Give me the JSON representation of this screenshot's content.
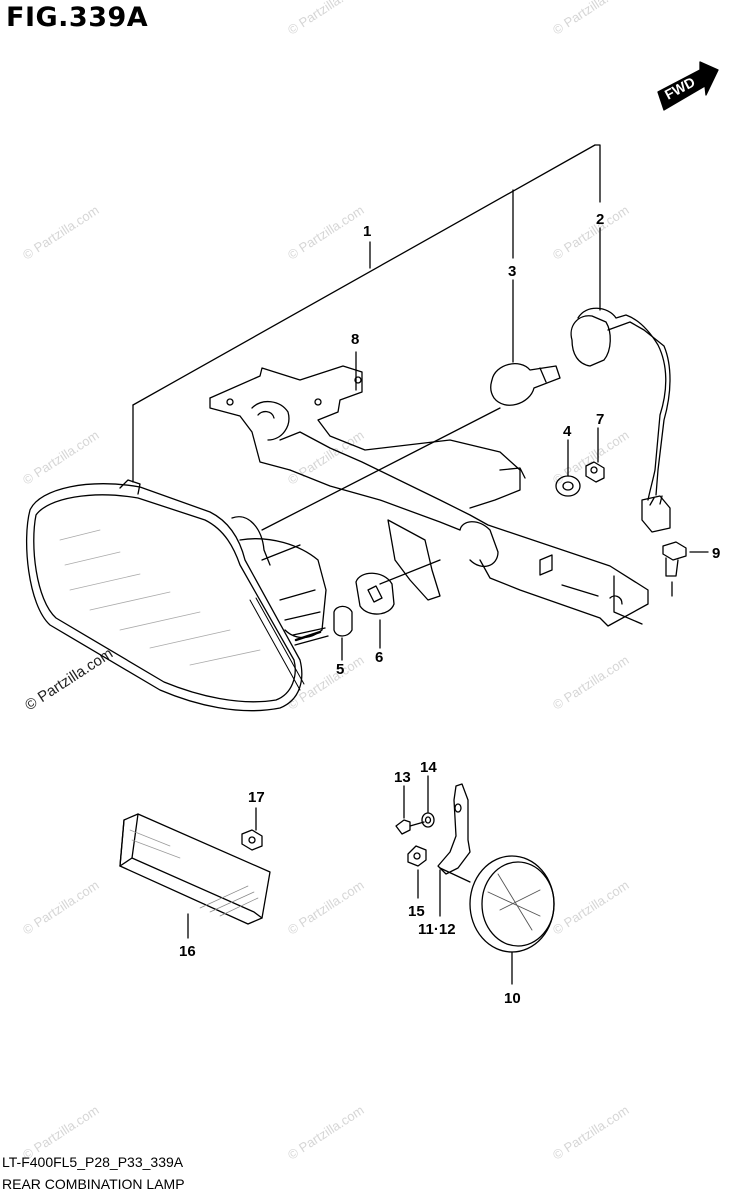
{
  "figure": {
    "title": "FIG.339A",
    "code": "LT-F400FL5_P28_P33_339A",
    "name": "REAR COMBINATION LAMP"
  },
  "fwd_label": "FWD",
  "watermark": "© Partzilla.com",
  "callouts": {
    "c1": "1",
    "c2": "2",
    "c3": "3",
    "c4": "4",
    "c5": "5",
    "c6": "6",
    "c7": "7",
    "c8": "8",
    "c9": "9",
    "c10": "10",
    "c11_12": "11·12",
    "c13": "13",
    "c14": "14",
    "c15": "15",
    "c16": "16",
    "c17": "17"
  }
}
